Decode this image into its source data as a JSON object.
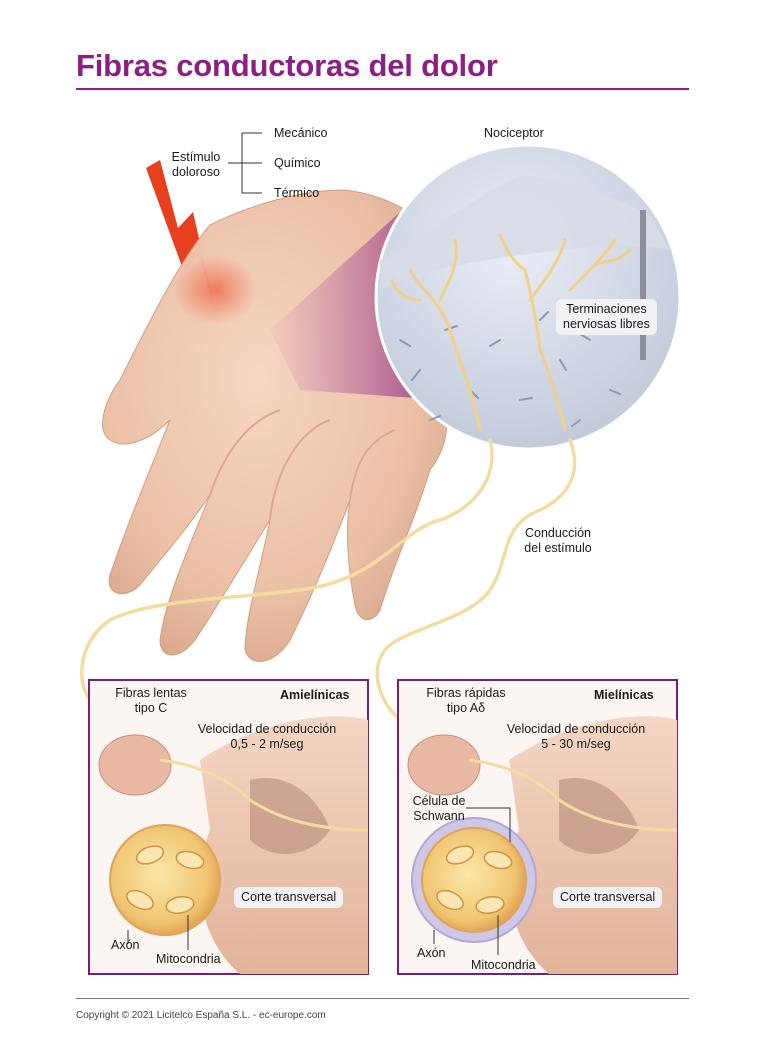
{
  "title": "Fibras conductoras del dolor",
  "stimulus": {
    "label_line1": "Estímulo",
    "label_line2": "doloroso",
    "types": [
      "Mecánico",
      "Químico",
      "Térmico"
    ]
  },
  "nociceptor": "Nociceptor",
  "free_endings": {
    "line1": "Terminaciones",
    "line2": "nerviosas libres"
  },
  "conduction": {
    "line1": "Conducción",
    "line2": "del estímulo"
  },
  "panel_left": {
    "type": "Amielínicas",
    "fiber_line1": "Fibras lentas",
    "fiber_line2": "tipo C",
    "speed_line1": "Velocidad de conducción",
    "speed_line2": "0,5 - 2 m/seg",
    "cross_section": "Corte transversal",
    "axon": "Axón",
    "mito": "Mitocondria"
  },
  "panel_right": {
    "type": "Mielínicas",
    "fiber_line1": "Fibras rápidas",
    "fiber_line2": "tipo Aδ",
    "speed_line1": "Velocidad de conducción",
    "speed_line2": "5 - 30 m/seg",
    "schwann_line1": "Célula de",
    "schwann_line2": "Schwann",
    "cross_section": "Corte transversal",
    "axon": "Axón",
    "mito": "Mitocondria"
  },
  "colors": {
    "title": "#8b1f86",
    "panel_border": "#7a1f6f",
    "nerve": "#f2dca0",
    "skin": "#f0c7ad",
    "bolt": "#e8401e"
  },
  "copyright": "Copyright © 2021 Licitelco España S.L. - ec-europe.com"
}
